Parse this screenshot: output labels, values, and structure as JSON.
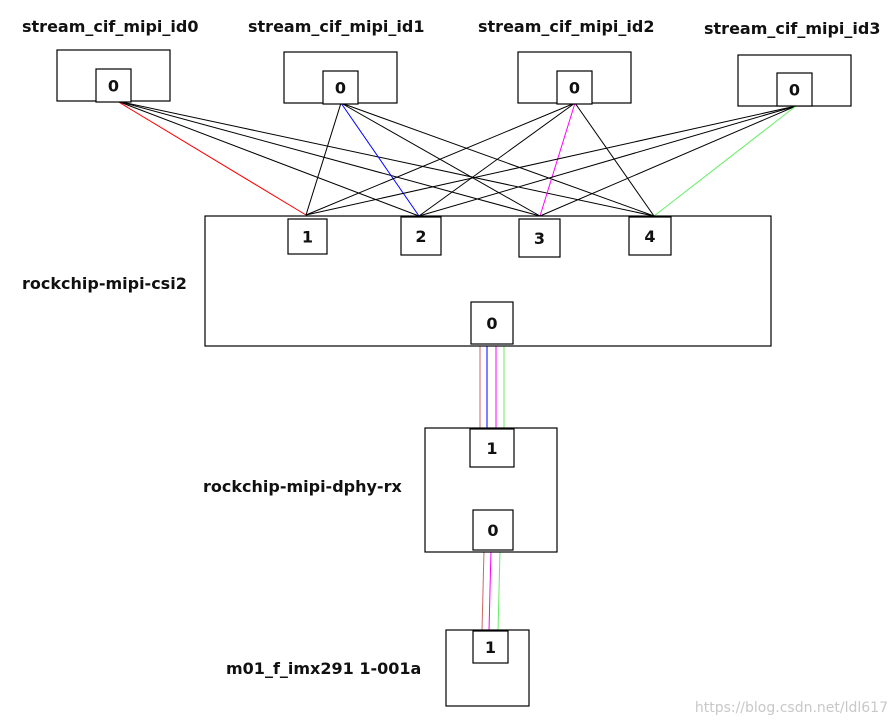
{
  "entities": [
    {
      "id": "cif0",
      "name": "stream_cif_mipi_id0",
      "pads": [
        "0"
      ]
    },
    {
      "id": "cif1",
      "name": "stream_cif_mipi_id1",
      "pads": [
        "0"
      ]
    },
    {
      "id": "cif2",
      "name": "stream_cif_mipi_id2",
      "pads": [
        "0"
      ]
    },
    {
      "id": "cif3",
      "name": "stream_cif_mipi_id3",
      "pads": [
        "0"
      ]
    },
    {
      "id": "csi2",
      "name": "rockchip-mipi-csi2",
      "pads": [
        "1",
        "2",
        "3",
        "4",
        "0"
      ]
    },
    {
      "id": "dphy",
      "name": "rockchip-mipi-dphy-rx",
      "pads": [
        "1",
        "0"
      ]
    },
    {
      "id": "sensor",
      "name": "m01_f_imx291 1-001a",
      "pads": [
        "1"
      ]
    }
  ],
  "links": [
    {
      "from": "cif0.0",
      "to": "csi2.1",
      "color": "#ff0000"
    },
    {
      "from": "cif0.0",
      "to": "csi2.2",
      "color": "#000000"
    },
    {
      "from": "cif0.0",
      "to": "csi2.3",
      "color": "#000000"
    },
    {
      "from": "cif0.0",
      "to": "csi2.4",
      "color": "#000000"
    },
    {
      "from": "cif1.0",
      "to": "csi2.1",
      "color": "#000000"
    },
    {
      "from": "cif1.0",
      "to": "csi2.2",
      "color": "#0000ff"
    },
    {
      "from": "cif1.0",
      "to": "csi2.3",
      "color": "#000000"
    },
    {
      "from": "cif1.0",
      "to": "csi2.4",
      "color": "#000000"
    },
    {
      "from": "cif2.0",
      "to": "csi2.1",
      "color": "#000000"
    },
    {
      "from": "cif2.0",
      "to": "csi2.2",
      "color": "#000000"
    },
    {
      "from": "cif2.0",
      "to": "csi2.3",
      "color": "#ff00ff"
    },
    {
      "from": "cif2.0",
      "to": "csi2.4",
      "color": "#000000"
    },
    {
      "from": "cif3.0",
      "to": "csi2.1",
      "color": "#000000"
    },
    {
      "from": "cif3.0",
      "to": "csi2.2",
      "color": "#000000"
    },
    {
      "from": "cif3.0",
      "to": "csi2.3",
      "color": "#000000"
    },
    {
      "from": "cif3.0",
      "to": "csi2.4",
      "color": "#66ee66"
    },
    {
      "from": "csi2.0",
      "to": "dphy.1",
      "color": "#cc6666"
    },
    {
      "from": "csi2.0",
      "to": "dphy.1",
      "color": "#0000ff"
    },
    {
      "from": "csi2.0",
      "to": "dphy.1",
      "color": "#ff00ff"
    },
    {
      "from": "csi2.0",
      "to": "dphy.1",
      "color": "#66ee66"
    },
    {
      "from": "dphy.0",
      "to": "sensor.1",
      "color": "#cc6666"
    },
    {
      "from": "dphy.0",
      "to": "sensor.1",
      "color": "#ff00ff"
    },
    {
      "from": "dphy.0",
      "to": "sensor.1",
      "color": "#66ee66"
    }
  ],
  "watermark": "https://blog.csdn.net/ldl617"
}
